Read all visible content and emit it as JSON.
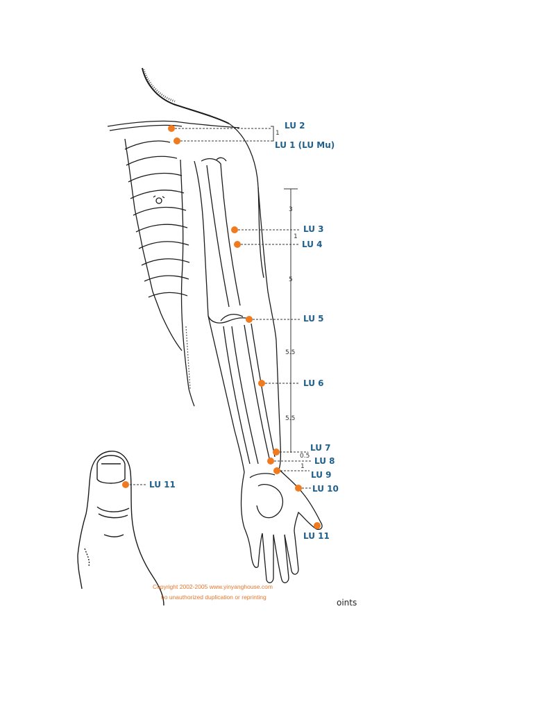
{
  "point_color": "#f07a1e",
  "label_color": "#1f5f8b",
  "copyright_color": "#e8762b",
  "labels": {
    "lu2": "LU 2",
    "lu1": "LU 1 (LU Mu)",
    "lu3": "LU 3",
    "lu4": "LU 4",
    "lu5": "LU 5",
    "lu6": "LU 6",
    "lu7": "LU 7",
    "lu8": "LU 8",
    "lu9": "LU 9",
    "lu10": "LU 10",
    "lu11": "LU 11",
    "lu11_thumb": "LU 11"
  },
  "measurements": {
    "m_lu1_lu2": "1",
    "m_top": "3",
    "m_lu3_lu4": "1",
    "m_lu4_lu5": "5",
    "m_lu5_lu6": "5.5",
    "m_lu6_lu7": "5.5",
    "m_lu7_lu8": "0.5",
    "m_lu8_lu9": "1"
  },
  "copyright": {
    "line1": "Copyright 2002-2005 www.yinyanghouse.com",
    "line2": "no unauthorized duplication or reprinting"
  },
  "caption": "oints"
}
